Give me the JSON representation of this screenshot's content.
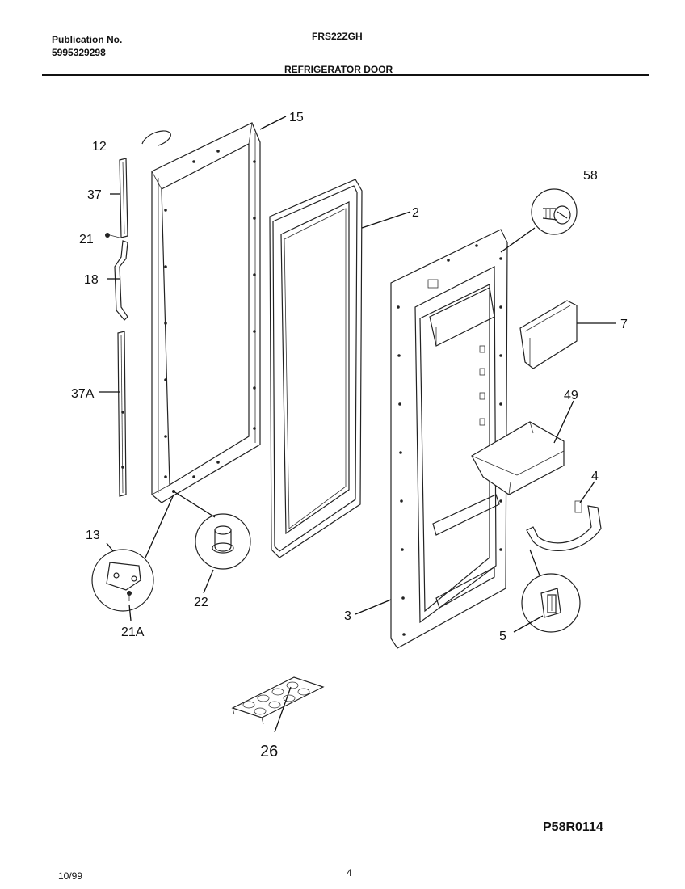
{
  "header": {
    "publication_label": "Publication No.",
    "publication_number": "5995329298",
    "model": "FRS22ZGH",
    "section_title": "REFRIGERATOR DOOR"
  },
  "callouts": {
    "c12": "12",
    "c15": "15",
    "c37": "37",
    "c21": "21",
    "c18": "18",
    "c2": "2",
    "c58": "58",
    "c7": "7",
    "c37A": "37A",
    "c49": "49",
    "c4": "4",
    "c13": "13",
    "c22": "22",
    "c21A": "21A",
    "c3": "3",
    "c5": "5",
    "c26": "26"
  },
  "footer": {
    "diagram_code": "P58R0114",
    "date": "10/99",
    "page": "4"
  }
}
